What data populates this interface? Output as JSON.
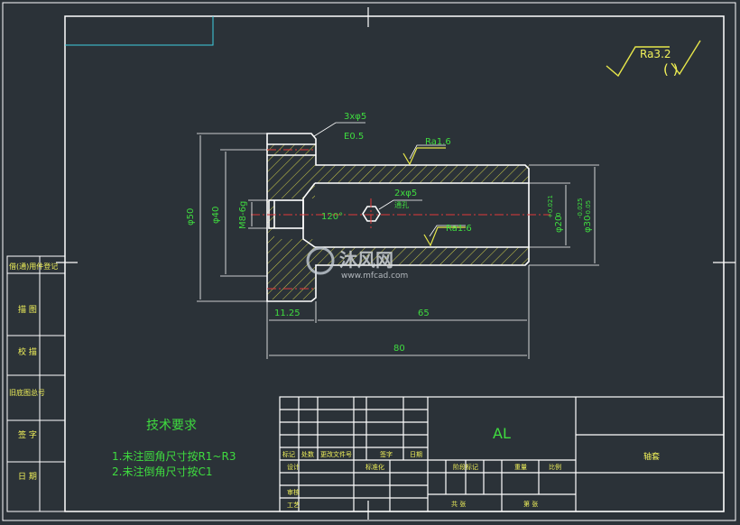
{
  "roughness": {
    "main": "Ra3.2",
    "others": "( )"
  },
  "callouts": {
    "holes_top": "3xφ5",
    "chamfer": "E0.5",
    "ra_top": "Ra1.6",
    "cross_hole": "2xφ5",
    "cross_hole_sub": "通孔",
    "ra_bore": "Ra1.6",
    "cone_angle": "120°"
  },
  "dimensions": {
    "dia50": "φ50",
    "dia40": "φ40",
    "thread": "M8-6g",
    "bore": "φ20",
    "bore_tol_upper": "+0.021",
    "bore_tol_lower": "0",
    "outer": "φ30",
    "outer_tol_upper": "-0.025",
    "outer_tol_lower": "-0.05",
    "len_flange": "11.25",
    "len_body": "65",
    "len_total": "80"
  },
  "watermark": {
    "brand": "沐风网",
    "url": "www.mfcad.com"
  },
  "left_strip": [
    "借(通)用件登记",
    "描 图",
    "校 描",
    "旧底图总号",
    "签 字",
    "日 期"
  ],
  "tech_req": {
    "title": "技术要求",
    "line1": "1.未注圆角尺寸按R1~R3",
    "line2": "2.未注倒角尺寸按C1"
  },
  "title_block": {
    "material": "AL",
    "part_name": "轴套",
    "row_labels": [
      "标记",
      "处数",
      "更改文件号",
      "签字",
      "日期"
    ],
    "design": "设计",
    "standardize": "标准化",
    "check": "审核",
    "process": "工艺",
    "stage": "阶段标记",
    "weight": "重量",
    "scale": "比例",
    "sheets_total": "共 张",
    "sheet_no": "第 张"
  }
}
